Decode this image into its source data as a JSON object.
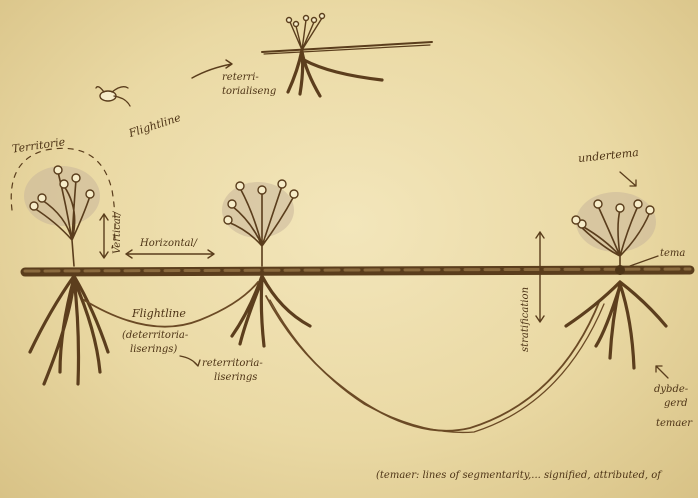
{
  "labels": {
    "territorie": "Territorie",
    "flightline": "Flightline",
    "reterritorialisering_top_1": "reterri-",
    "reterritorialisering_top_2": "torialiseng",
    "vertical": "Vertical/",
    "horizontal": "Horizontal/",
    "flightline_mid": "Flightline",
    "deterritoria_1": "(deterritoria-",
    "deterritoria_2": "liserings)",
    "reterritoria_1": "reterritoria-",
    "reterritoria_2": "liserings",
    "stratification": "stratification",
    "undertema": "undertema",
    "tema": "tema",
    "dybde_1": "dybde-",
    "dybde_2": "gerd",
    "temaer": "temaer",
    "footer": "(temaer: lines of segmentarity,... signified, attributed, of"
  }
}
